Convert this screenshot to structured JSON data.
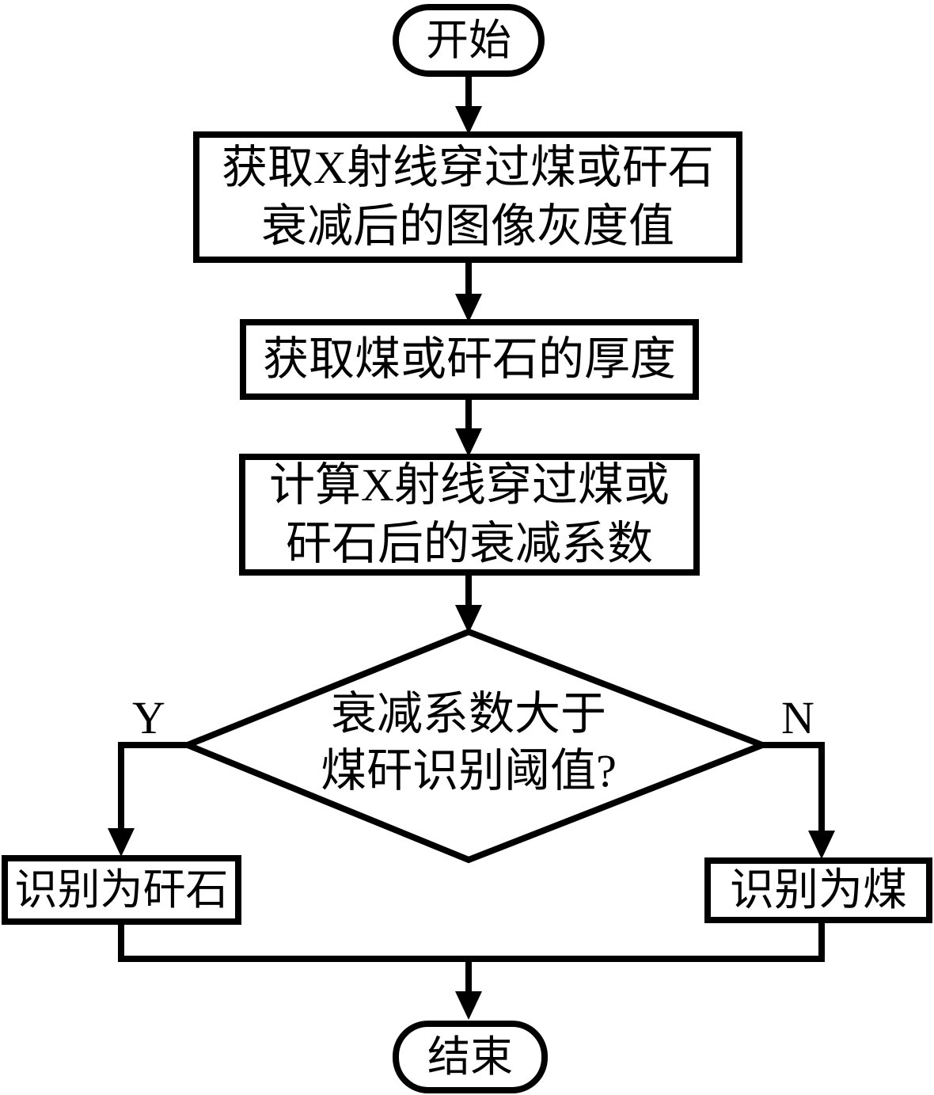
{
  "colors": {
    "line": "#000000",
    "background": "#ffffff",
    "node_fill": "#ffffff"
  },
  "nodes": {
    "start": {
      "label": "开始"
    },
    "acquire_gray": {
      "line1": "获取X射线穿过煤或矸石",
      "line2": "衰减后的图像灰度值"
    },
    "acquire_thickness": {
      "label": "获取煤或矸石的厚度"
    },
    "compute_attenuation": {
      "line1": "计算X射线穿过煤或",
      "line2": "矸石后的衰减系数"
    },
    "decision": {
      "line1": "衰减系数大于",
      "line2": "煤矸识别阈值?"
    },
    "classify_gangue": {
      "label": "识别为矸石"
    },
    "classify_coal": {
      "label": "识别为煤"
    },
    "end": {
      "label": "结束"
    }
  },
  "branch_labels": {
    "yes": "Y",
    "no": "N"
  }
}
